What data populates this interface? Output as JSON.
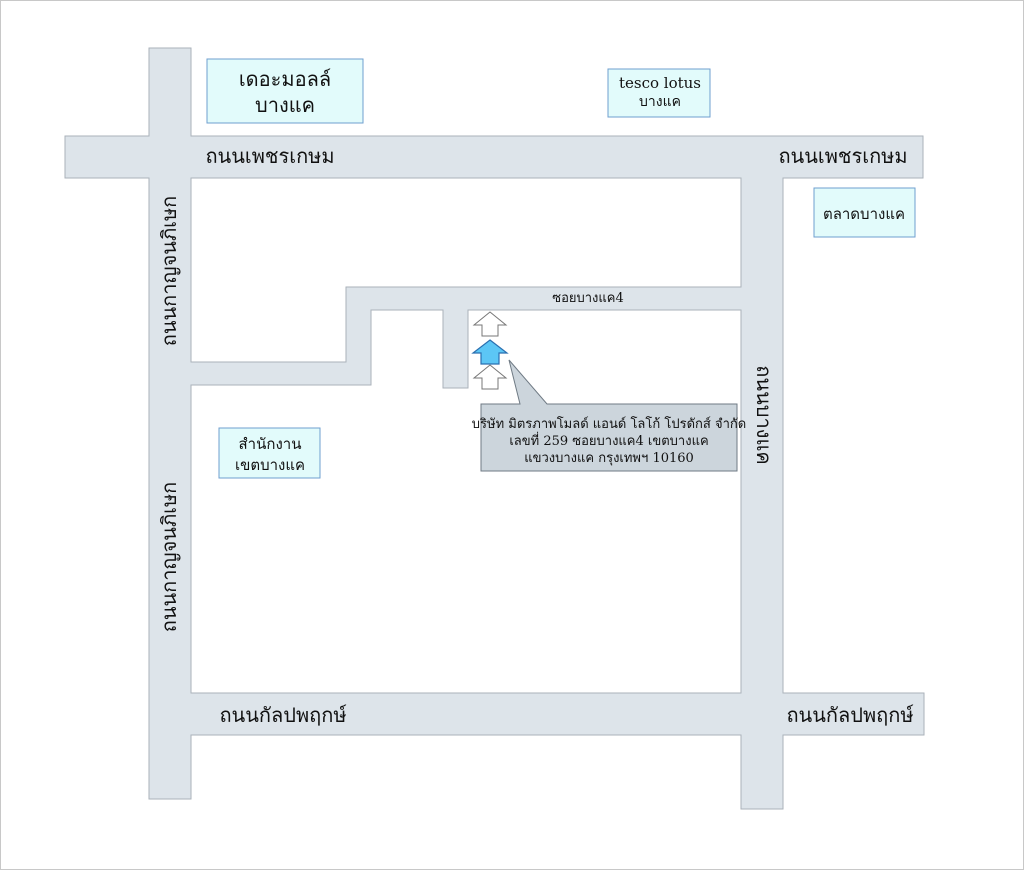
{
  "roads": {
    "petchkasem_left": "ถนนเพชรเกษม",
    "petchkasem_right": "ถนนเพชรเกษม",
    "kanchana_top": "ถนนกาญจนภิเษก",
    "kanchana_bottom": "ถนนกาญจนภิเษก",
    "bangkhae": "ถนนบางแค",
    "kanlapaphruek_left": "ถนนกัลปพฤกษ์",
    "kanlapaphruek_right": "ถนนกัลปพฤกษ์",
    "soi": "ซอยบางแค4"
  },
  "landmarks": {
    "mall_line1": "เดอะมอลล์",
    "mall_line2": "บางแค",
    "tesco_line1": "tesco lotus",
    "tesco_line2": "บางแค",
    "market": "ตลาดบางแค",
    "office_line1": "สำนักงาน",
    "office_line2": "เขตบางแค"
  },
  "callout": {
    "line1": "บริษัท มิตรภาพโมลด์ แอนด์ โลโก้ โปรดักส์ จำกัด",
    "line2": "เลขที่ 259 ซอยบางแค4 เขตบางแค",
    "line3": "แขวงบางแค กรุงเทพฯ 10160"
  },
  "colors": {
    "road_fill": "#dde4ea",
    "road_stroke": "#aab2ba",
    "landmark_fill": "#e2fbfb",
    "landmark_stroke": "#6f9fcf",
    "callout_fill": "#ccd5dc",
    "marker_fill": "#5cc6f5",
    "marker_stroke": "#2a6fb0"
  },
  "icons": {
    "marker": "house-arrow-icon",
    "neighbor": "outline-arrow-icon"
  }
}
